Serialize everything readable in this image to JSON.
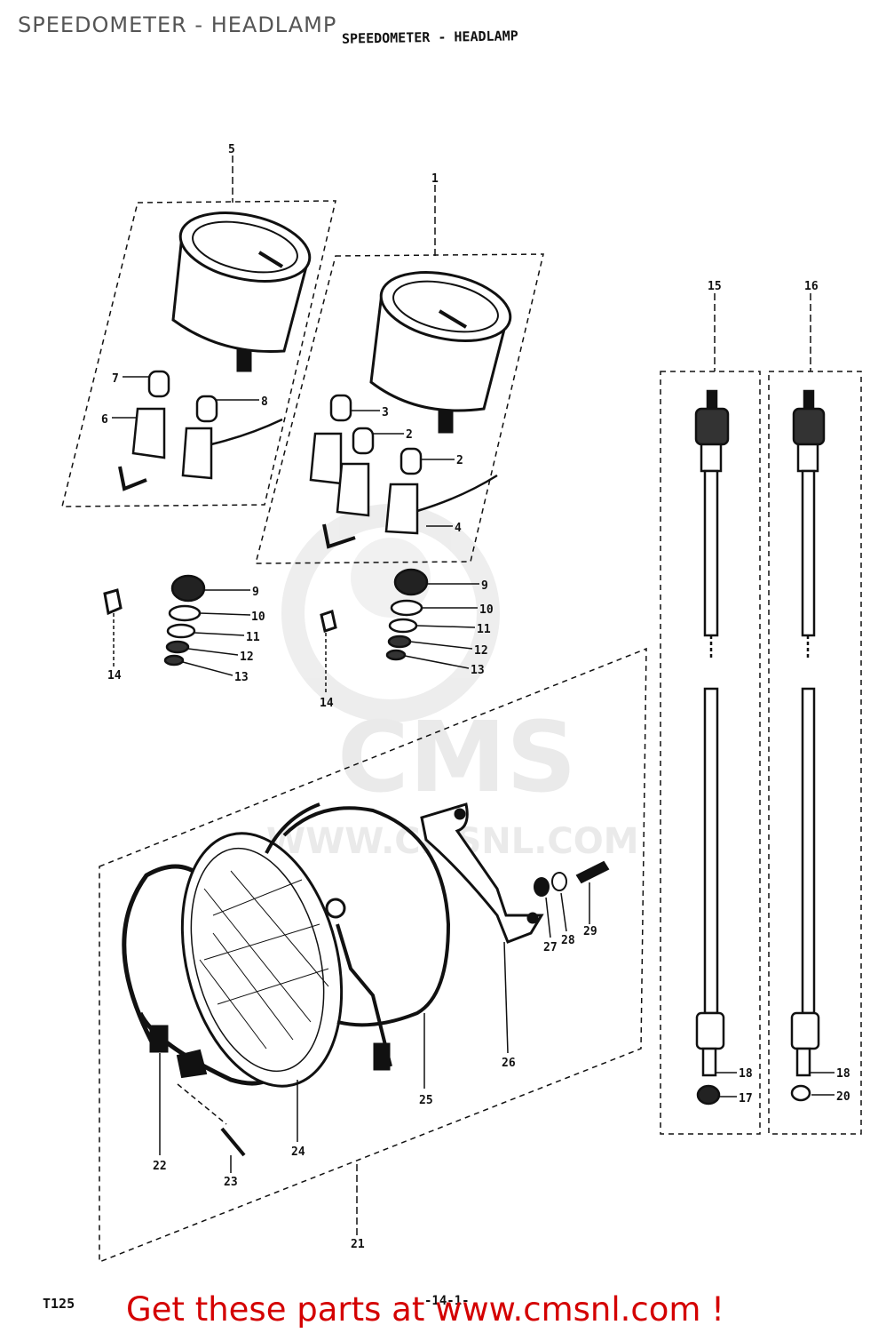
{
  "page": {
    "title": "SPEEDOMETER - HEADLAMP",
    "model_code": "T125",
    "page_number": "-14-1-",
    "cta": "Get these parts at www.cmsnl.com !"
  },
  "diagram": {
    "title": "SPEEDOMETER - HEADLAMP",
    "watermark": {
      "brand": "CMS",
      "url": "WWW.CMSNL.COM"
    },
    "callouts": [
      {
        "id": "c5",
        "label": "5"
      },
      {
        "id": "c1",
        "label": "1"
      },
      {
        "id": "c15",
        "label": "15"
      },
      {
        "id": "c16",
        "label": "16"
      },
      {
        "id": "c7",
        "label": "7"
      },
      {
        "id": "c8a",
        "label": "8"
      },
      {
        "id": "c6a",
        "label": "6"
      },
      {
        "id": "c3",
        "label": "3"
      },
      {
        "id": "c2a",
        "label": "2"
      },
      {
        "id": "c2b",
        "label": "2"
      },
      {
        "id": "c4",
        "label": "4"
      },
      {
        "id": "c9a",
        "label": "9"
      },
      {
        "id": "c10a",
        "label": "10"
      },
      {
        "id": "c11a",
        "label": "11"
      },
      {
        "id": "c12a",
        "label": "12"
      },
      {
        "id": "c13a",
        "label": "13"
      },
      {
        "id": "c14a",
        "label": "14"
      },
      {
        "id": "c9b",
        "label": "9"
      },
      {
        "id": "c10b",
        "label": "10"
      },
      {
        "id": "c11b",
        "label": "11"
      },
      {
        "id": "c12b",
        "label": "12"
      },
      {
        "id": "c13b",
        "label": "13"
      },
      {
        "id": "c14b",
        "label": "14"
      },
      {
        "id": "c27",
        "label": "27"
      },
      {
        "id": "c28",
        "label": "28"
      },
      {
        "id": "c29",
        "label": "29"
      },
      {
        "id": "c26",
        "label": "26"
      },
      {
        "id": "c25",
        "label": "25"
      },
      {
        "id": "c24",
        "label": "24"
      },
      {
        "id": "c22",
        "label": "22"
      },
      {
        "id": "c23",
        "label": "23"
      },
      {
        "id": "c21",
        "label": "21"
      },
      {
        "id": "c18a",
        "label": "18"
      },
      {
        "id": "c17",
        "label": "17"
      },
      {
        "id": "c18b",
        "label": "18"
      },
      {
        "id": "c20",
        "label": "20"
      }
    ]
  }
}
